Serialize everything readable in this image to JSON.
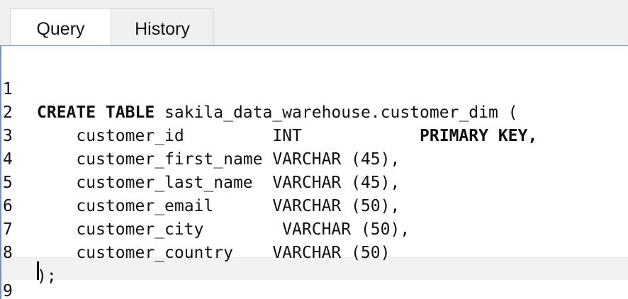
{
  "tabs": {
    "query_label": "Query",
    "history_label": "History"
  },
  "editor": {
    "lines": [
      {
        "num": "1",
        "kw": "CREATE TABLE",
        "text": " sakila_data_warehouse.customer_dim ("
      },
      {
        "num": "2",
        "text": "    customer_id         INT            ",
        "kw2": "PRIMARY KEY,"
      },
      {
        "num": "3",
        "text": "    customer_first_name VARCHAR (45),"
      },
      {
        "num": "4",
        "text": "    customer_last_name  VARCHAR (45),"
      },
      {
        "num": "5",
        "text": "    customer_email      VARCHAR (50),"
      },
      {
        "num": "6",
        "text": "    customer_city        VARCHAR (50),"
      },
      {
        "num": "7",
        "text": "    customer_country    VARCHAR (50)"
      },
      {
        "num": "8",
        "text": ");"
      },
      {
        "num": "9",
        "text": ""
      }
    ]
  }
}
